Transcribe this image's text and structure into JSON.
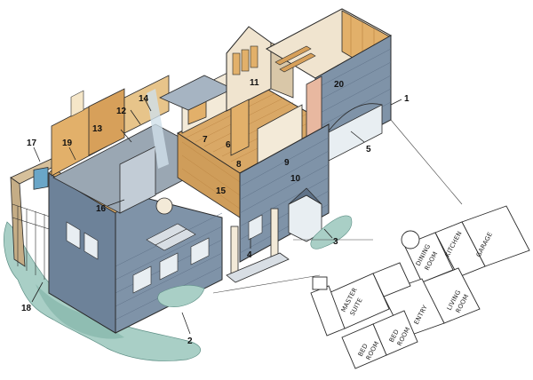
{
  "callouts": [
    {
      "id": "1",
      "label": "1"
    },
    {
      "id": "2",
      "label": "2"
    },
    {
      "id": "3",
      "label": "3"
    },
    {
      "id": "4",
      "label": "4"
    },
    {
      "id": "5",
      "label": "5"
    },
    {
      "id": "6",
      "label": "6"
    },
    {
      "id": "7",
      "label": "7"
    },
    {
      "id": "8",
      "label": "8"
    },
    {
      "id": "9",
      "label": "9"
    },
    {
      "id": "10",
      "label": "10"
    },
    {
      "id": "11",
      "label": "11"
    },
    {
      "id": "12",
      "label": "12"
    },
    {
      "id": "13",
      "label": "13"
    },
    {
      "id": "14",
      "label": "14"
    },
    {
      "id": "15",
      "label": "15"
    },
    {
      "id": "16",
      "label": "16"
    },
    {
      "id": "17",
      "label": "17"
    },
    {
      "id": "18",
      "label": "18"
    },
    {
      "id": "19",
      "label": "19"
    },
    {
      "id": "20",
      "label": "20"
    }
  ],
  "floorplan": {
    "rooms": {
      "garage": "GARAGE",
      "kitchen": "KITCHEN",
      "dining_line1": "DINING",
      "dining_line2": "ROOM",
      "living_line1": "LIVING",
      "living_line2": "ROOM",
      "entry": "ENTRY",
      "master_line1": "MASTER",
      "master_line2": "SUITE",
      "bed1_line1": "BED",
      "bed1_line2": "ROOM",
      "bed2_line1": "BED",
      "bed2_line2": "ROOM"
    }
  },
  "colors": {
    "siding": "#7f93a8",
    "siding_dark": "#5f7288",
    "wood": "#e2b06a",
    "wood_dark": "#b9823f",
    "floor_wood": "#d9a866",
    "interior_gray": "#9aa7b3",
    "foliage": "#9fc8c0",
    "line": "#2a2a2a"
  }
}
